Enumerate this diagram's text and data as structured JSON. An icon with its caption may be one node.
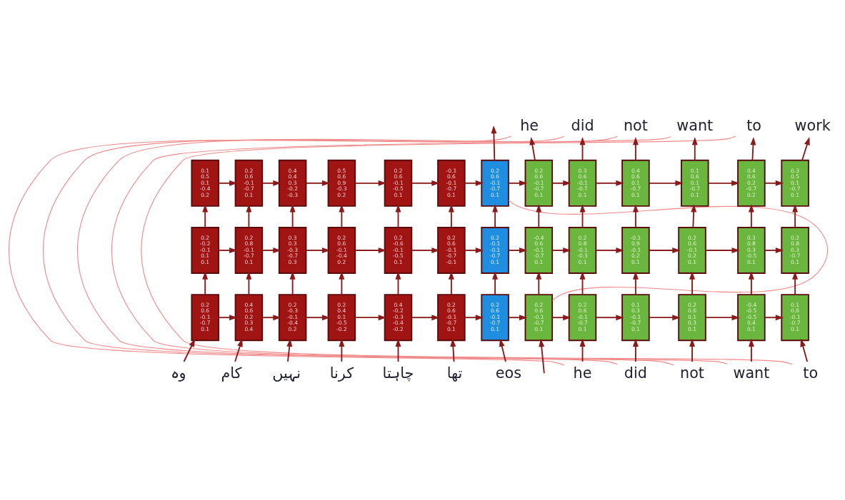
{
  "diagram": {
    "nodes": [
      {
        "text": [
          "he"
        ]
      },
      {
        "text": [
          "did"
        ]
      },
      {
        "text": [
          "not"
        ]
      },
      {
        "text": [
          "want"
        ]
      },
      {
        "text": [
          "to"
        ]
      },
      {
        "text": [
          "work"
        ]
      },
      {
        "text": [
          "0.1 0.5 0.1 -0.4 0.2"
        ]
      },
      {
        "text": [
          "0.2 0.6 -0.1 -0.7 0.1"
        ]
      },
      {
        "text": [
          "0.4 0.4 0.3 -0.2 -0.3"
        ]
      },
      {
        "text": [
          "0.5 0.6 0.9 -0.3 0.2"
        ]
      },
      {
        "text": [
          "0.2 0.6 -0.1 -0.5 0.1"
        ]
      },
      {
        "text": [
          "-0.1 0.6 -0.1 -0.7 0.1"
        ]
      },
      {
        "text": [
          "0.2 0.6 -0.1 -0.7 0.1"
        ]
      },
      {
        "text": [
          "0.2 0.6 -0.1 -0.7 0.1"
        ]
      },
      {
        "text": [
          "0.3 0.6 -0.1 -0.7 0.1"
        ]
      },
      {
        "text": [
          "0.4 0.6 0.1 -0.7 0.1"
        ]
      },
      {
        "text": [
          "0.1 0.6 0.1 -0.7 0.1"
        ]
      },
      {
        "text": [
          "0.4 0.6 0.2 -0.7 0.2"
        ]
      },
      {
        "text": [
          "0.3 0.5 0.1 -0.7 0.1"
        ]
      },
      {
        "text": [
          "0.2 -0.2 -0.1 0.1 0.1"
        ]
      },
      {
        "text": [
          "0.2 0.8 -0.1 -0.7 0.1"
        ]
      },
      {
        "text": [
          "0.3 0.3 -0.3 -0.7 0.3"
        ]
      },
      {
        "text": [
          "0.2 0.6 -0.1 -0.4 0.2"
        ]
      },
      {
        "text": [
          "0.2 -0.6 -0.1 -0.5 0.1"
        ]
      },
      {
        "text": [
          "0.2 0.6 -0.1 -0.7 -0.1"
        ]
      },
      {
        "text": [
          "0.2 -0.1 -0.1 -0.7 0.1"
        ]
      },
      {
        "text": [
          "-0.4 0.6 -0.1 -0.7 0.1"
        ]
      },
      {
        "text": [
          "0.2 0.8 -0.1 -0.3 0.1"
        ]
      },
      {
        "text": [
          "-0.1 0.9 -0.1 0.2 0.1"
        ]
      },
      {
        "text": [
          "0.2 0.6 -0.1 0.2 0.1"
        ]
      },
      {
        "text": [
          "0.3 0.8 0.3 -0.5 0.1"
        ]
      },
      {
        "text": [
          "0.2 0.8 0.3 -0.7 0.1"
        ]
      },
      {
        "text": [
          "0.2 0.6 -0.1 -0.7 0.1"
        ]
      },
      {
        "text": [
          "0.4 0.6 0.2 0.3 0.4"
        ]
      },
      {
        "text": [
          "0.2 -0.3 -0.1 -0.4 0.2"
        ]
      },
      {
        "text": [
          "0.2 0.4 0.1 -0.5 -0.2"
        ]
      },
      {
        "text": [
          "0.4 -0.2 -0.3 -0.4 -0.2"
        ]
      },
      {
        "text": [
          "0.2 0.6 -0.1 -0.7 0.1"
        ]
      },
      {
        "text": [
          "0.2 0.6 -0.1 -0.7 0.1"
        ]
      },
      {
        "text": [
          "0.2 0.6 -0.1 -0.7 0.1"
        ]
      },
      {
        "text": [
          "0.2 0.6 -0.1 -0.7 0.1"
        ]
      },
      {
        "text": [
          "0.1 0.3 -0.1 -0.7 0.1"
        ]
      },
      {
        "text": [
          "0.2 0.6 0.1 0.3 0.1"
        ]
      },
      {
        "text": [
          "-0.4 -0.5 -0.5 0.4 0.1"
        ]
      },
      {
        "text": [
          "0.1 0.6 -0.1 -0.7 0.1"
        ]
      },
      {
        "text": [
          "وہ"
        ]
      },
      {
        "text": [
          "کام"
        ]
      },
      {
        "text": [
          "نہیں"
        ]
      },
      {
        "text": [
          "کرنا"
        ]
      },
      {
        "text": [
          "چاہتا"
        ]
      },
      {
        "text": [
          "تھا"
        ]
      },
      {
        "text": [
          "eos"
        ]
      },
      {
        "text": [
          "he"
        ]
      },
      {
        "text": [
          "did"
        ]
      },
      {
        "text": [
          "not"
        ]
      },
      {
        "text": [
          "want"
        ]
      },
      {
        "text": [
          "to"
        ]
      }
    ],
    "edges": [
      {
        "from": 45,
        "to": 32,
        "arrow": "to"
      },
      {
        "from": 46,
        "to": 33,
        "arrow": "to"
      },
      {
        "from": 47,
        "to": 34,
        "arrow": "to"
      },
      {
        "from": 48,
        "to": 35,
        "arrow": "to"
      },
      {
        "from": 49,
        "to": 36,
        "arrow": "to"
      },
      {
        "from": 50,
        "to": 37,
        "arrow": "to"
      },
      {
        "from": 51,
        "to": 38,
        "arrow": "to"
      },
      {
        "from": null,
        "to": 39,
        "arrow": "to"
      },
      {
        "from": 52,
        "to": 40,
        "arrow": "to"
      },
      {
        "from": 53,
        "to": 41,
        "arrow": "to"
      },
      {
        "from": 54,
        "to": 42,
        "arrow": "to"
      },
      {
        "from": 55,
        "to": 43,
        "arrow": "to"
      },
      {
        "from": 56,
        "to": 44,
        "arrow": "to"
      },
      {
        "from": 32,
        "to": 33,
        "arrow": "to"
      },
      {
        "from": 33,
        "to": 34,
        "arrow": "to"
      },
      {
        "from": 34,
        "to": 35,
        "arrow": "to"
      },
      {
        "from": 35,
        "to": 36,
        "arrow": "to"
      },
      {
        "from": 36,
        "to": 37,
        "arrow": "to"
      },
      {
        "from": 37,
        "to": 38,
        "arrow": "to"
      },
      {
        "from": 38,
        "to": 39,
        "arrow": "to"
      },
      {
        "from": 39,
        "to": 40,
        "arrow": "to"
      },
      {
        "from": 40,
        "to": 41,
        "arrow": "to"
      },
      {
        "from": 41,
        "to": 42,
        "arrow": "to"
      },
      {
        "from": 42,
        "to": 43,
        "arrow": "to"
      },
      {
        "from": 43,
        "to": 44,
        "arrow": "to"
      },
      {
        "from": 19,
        "to": 20,
        "arrow": "to"
      },
      {
        "from": 20,
        "to": 21,
        "arrow": "to"
      },
      {
        "from": 21,
        "to": 22,
        "arrow": "to"
      },
      {
        "from": 22,
        "to": 23,
        "arrow": "to"
      },
      {
        "from": 23,
        "to": 24,
        "arrow": "to"
      },
      {
        "from": 24,
        "to": 25,
        "arrow": "to"
      },
      {
        "from": 25,
        "to": 26,
        "arrow": "to"
      },
      {
        "from": 26,
        "to": 27,
        "arrow": "to"
      },
      {
        "from": 27,
        "to": 28,
        "arrow": "to"
      },
      {
        "from": 28,
        "to": 29,
        "arrow": "to"
      },
      {
        "from": 29,
        "to": 30,
        "arrow": "to"
      },
      {
        "from": 30,
        "to": 31,
        "arrow": "to"
      },
      {
        "from": 6,
        "to": 7,
        "arrow": "to"
      },
      {
        "from": 7,
        "to": 8,
        "arrow": "to"
      },
      {
        "from": 8,
        "to": 9,
        "arrow": "to"
      },
      {
        "from": 9,
        "to": 10,
        "arrow": "to"
      },
      {
        "from": 10,
        "to": 11,
        "arrow": "to"
      },
      {
        "from": 11,
        "to": 12,
        "arrow": "to"
      },
      {
        "from": 12,
        "to": 13,
        "arrow": "to"
      },
      {
        "from": 13,
        "to": 14,
        "arrow": "to"
      },
      {
        "from": 14,
        "to": 15,
        "arrow": "to"
      },
      {
        "from": 15,
        "to": 16,
        "arrow": "to"
      },
      {
        "from": 16,
        "to": 17,
        "arrow": "to"
      },
      {
        "from": 17,
        "to": 18,
        "arrow": "to"
      },
      {
        "from": 32,
        "to": 19,
        "arrow": "to"
      },
      {
        "from": 33,
        "to": 20,
        "arrow": "to"
      },
      {
        "from": 34,
        "to": 21,
        "arrow": "to"
      },
      {
        "from": 35,
        "to": 22,
        "arrow": "to"
      },
      {
        "from": 36,
        "to": 23,
        "arrow": "to"
      },
      {
        "from": 37,
        "to": 24,
        "arrow": "to"
      },
      {
        "from": 38,
        "to": 25,
        "arrow": "to"
      },
      {
        "from": 39,
        "to": 26,
        "arrow": "to"
      },
      {
        "from": 40,
        "to": 27,
        "arrow": "to"
      },
      {
        "from": 41,
        "to": 28,
        "arrow": "to"
      },
      {
        "from": 42,
        "to": 29,
        "arrow": "to"
      },
      {
        "from": 43,
        "to": 30,
        "arrow": "to"
      },
      {
        "from": 44,
        "to": 31,
        "arrow": "to"
      },
      {
        "from": 19,
        "to": 6,
        "arrow": "to"
      },
      {
        "from": 20,
        "to": 7,
        "arrow": "to"
      },
      {
        "from": 21,
        "to": 8,
        "arrow": "to"
      },
      {
        "from": 22,
        "to": 9,
        "arrow": "to"
      },
      {
        "from": 23,
        "to": 10,
        "arrow": "to"
      },
      {
        "from": 24,
        "to": 11,
        "arrow": "to"
      },
      {
        "from": 25,
        "to": 12,
        "arrow": "to"
      },
      {
        "from": 26,
        "to": 13,
        "arrow": "to"
      },
      {
        "from": 27,
        "to": 14,
        "arrow": "to"
      },
      {
        "from": 28,
        "to": 15,
        "arrow": "to"
      },
      {
        "from": 29,
        "to": 16,
        "arrow": "to"
      },
      {
        "from": 30,
        "to": 17,
        "arrow": "to"
      },
      {
        "from": 31,
        "to": 18,
        "arrow": "to"
      },
      {
        "from": 12,
        "to": null,
        "arrow": "to"
      },
      {
        "from": 13,
        "to": 0,
        "arrow": "to"
      },
      {
        "from": 14,
        "to": 1,
        "arrow": "to"
      },
      {
        "from": 15,
        "to": 2,
        "arrow": "to"
      },
      {
        "from": 16,
        "to": 3,
        "arrow": "to"
      },
      {
        "from": 17,
        "to": 4,
        "arrow": "to"
      },
      {
        "from": 18,
        "to": 5,
        "arrow": "to"
      },
      {
        "from": 12,
        "to": 39,
        "arrow": "none",
        "color": "#f08a8a"
      },
      {
        "from": 0,
        "to": 52,
        "arrow": "none",
        "color": "#f08a8a"
      },
      {
        "from": 1,
        "to": 53,
        "arrow": "none",
        "color": "#f08a8a"
      },
      {
        "from": 2,
        "to": 54,
        "arrow": "none",
        "color": "#f08a8a"
      },
      {
        "from": 3,
        "to": 55,
        "arrow": "none",
        "color": "#f08a8a"
      },
      {
        "from": 4,
        "to": 56,
        "arrow": "none",
        "color": "#f08a8a"
      }
    ]
  }
}
